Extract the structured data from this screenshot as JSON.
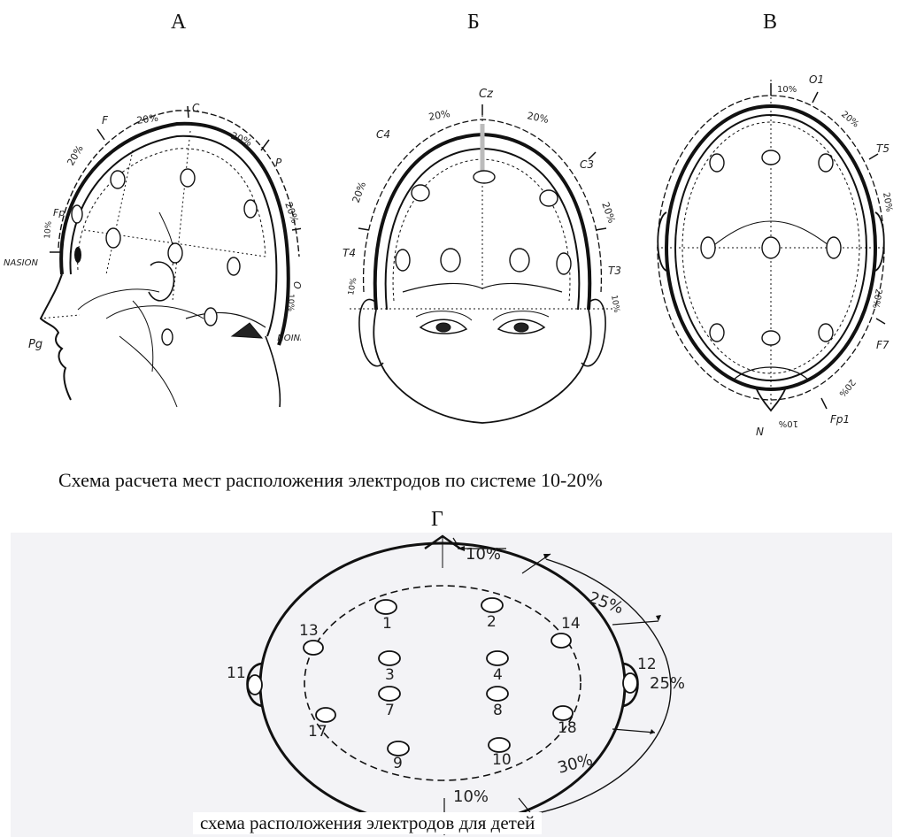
{
  "panels": {
    "a": {
      "letter": "А",
      "labels": {
        "f": "F",
        "c": "C",
        "p": "P",
        "fp": "Fp",
        "nasion": "NASION",
        "pg": "Pg",
        "o": "O",
        "inion": "INION"
      },
      "percents": [
        "20%",
        "20%",
        "20%",
        "20%",
        "10%",
        "10%"
      ]
    },
    "b": {
      "letter": "Б",
      "labels": {
        "cz": "Cz",
        "c4": "C4",
        "c3": "C3",
        "t4": "T4",
        "t3": "T3"
      },
      "percents": [
        "20%",
        "20%",
        "20%",
        "20%",
        "10%",
        "10%"
      ]
    },
    "v": {
      "letter": "В",
      "labels": {
        "o1": "O1",
        "t5": "T5",
        "f7": "F7",
        "fp1": "Fp1",
        "n": "N"
      },
      "percents": [
        "10%",
        "20%",
        "20%",
        "20%",
        "20%",
        "10%"
      ]
    }
  },
  "caption_top": "Схема расчета мест расположения электродов по системе 10-20%",
  "panel_g": {
    "letter": "Г",
    "electrodes": [
      "1",
      "2",
      "3",
      "4",
      "7",
      "8",
      "9",
      "10",
      "11",
      "12",
      "13",
      "14",
      "17",
      "18"
    ],
    "percents": {
      "front": "10%",
      "upper": "25%",
      "side": "25%",
      "lower": "30%",
      "back": "10%"
    }
  },
  "caption_bottom": "схема  расположения электродов для детей"
}
